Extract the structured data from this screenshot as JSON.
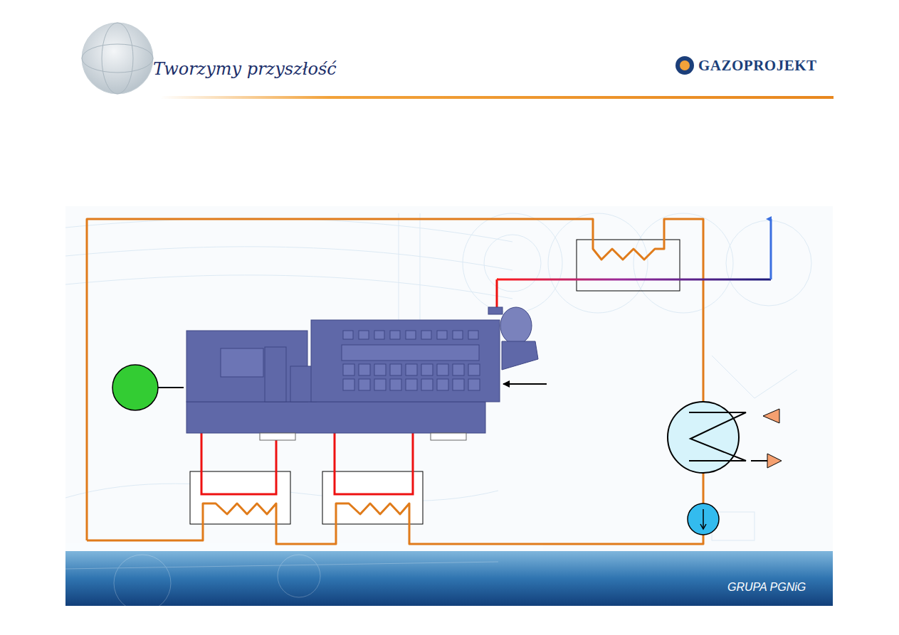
{
  "diagram": {
    "labels": [
      "Tworzymy przyszłość",
      "GAZOPROJEKT",
      "GRUPA PGNiG"
    ]
  }
}
